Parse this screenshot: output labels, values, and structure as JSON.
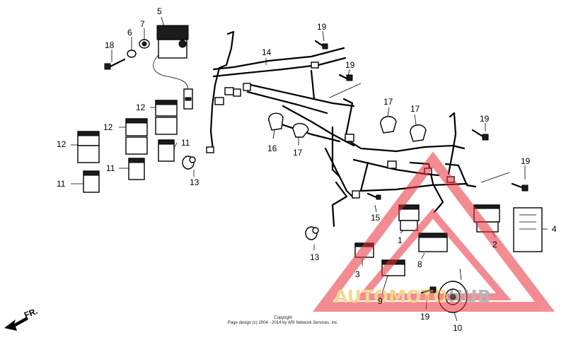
{
  "part_numbers": {
    "p1": "1",
    "p2": "2",
    "p3": "3",
    "p4": "4",
    "p5": "5",
    "p6": "6",
    "p7": "7",
    "p8": "8",
    "p9": "9",
    "p10": "10",
    "p11_a": "11",
    "p11_b": "11",
    "p11_c": "11",
    "p12_a": "12",
    "p12_b": "12",
    "p12_c": "12",
    "p13_a": "13",
    "p13_b": "13",
    "p14": "14",
    "p15": "15",
    "p16": "16",
    "p17_a": "17",
    "p17_b": "17",
    "p17_c": "17",
    "p18": "18",
    "p19_a": "19",
    "p19_b": "19",
    "p19_c": "19",
    "p19_d": "19",
    "p19_e": "19"
  },
  "direction_label": "FR.",
  "copyright": {
    "line1": "Copyright",
    "line2": "Page design (c) 2004 - 2014 by ARI Network Services, Inc."
  },
  "watermark": {
    "part1": "AUTOMOTO",
    "part2": "HUB",
    "color_part1": "#f3b53a",
    "color_part2": "#7d7d7d",
    "triangle_color": "#e8303a"
  }
}
